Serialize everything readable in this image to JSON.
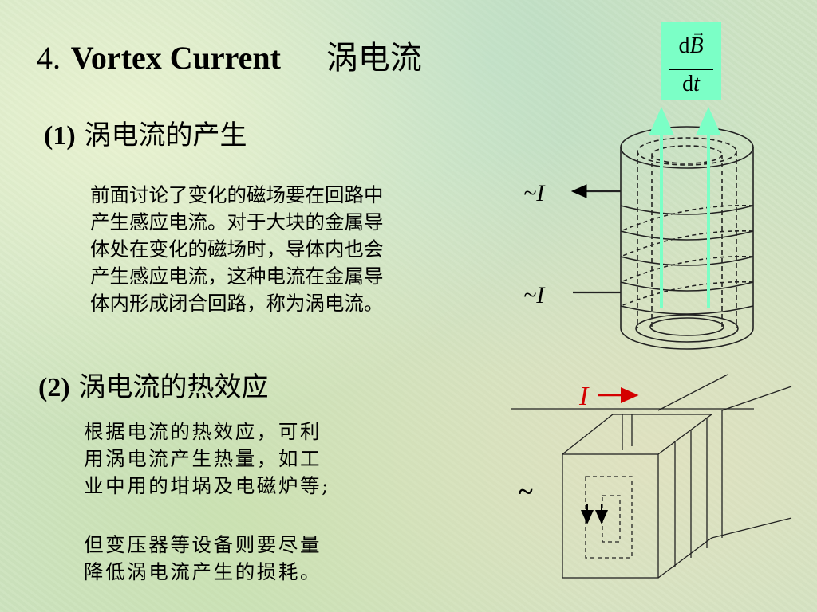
{
  "title": {
    "number": "4.",
    "english": "Vortex Current",
    "chinese": "涡电流"
  },
  "formula": {
    "numerator_d": "d",
    "numerator_var": "B",
    "vector_arrow": "→",
    "denominator_d": "d",
    "denominator_var": "t"
  },
  "section1": {
    "number": "(1)",
    "heading": "涡电流的产生",
    "lines": [
      "前面讨论了变化的磁场要在回路中",
      "产生感应电流。对于大块的金属导",
      "体处在变化的磁场时，导体内也会",
      "产生感应电流，这种电流在金属导",
      "体内形成闭合回路，称为涡电流。"
    ]
  },
  "section2": {
    "number": "(2)",
    "heading": "涡电流的热效应",
    "lines_a": [
      "根据电流的热效应，可利",
      "用涡电流产生热量，如工",
      "业中用的坩埚及电磁炉等;"
    ],
    "lines_b": [
      "但变压器等设备则要尽量",
      "降低涡电流产生的损耗。"
    ]
  },
  "diagram": {
    "coil_current_top": "~I",
    "coil_current_bottom": "~I",
    "core_current_label": "I",
    "ac_symbol": "~"
  },
  "colors": {
    "formula_bg": "#7bffc6",
    "field_arrow": "#7bffc6",
    "current_red": "#d40000"
  }
}
